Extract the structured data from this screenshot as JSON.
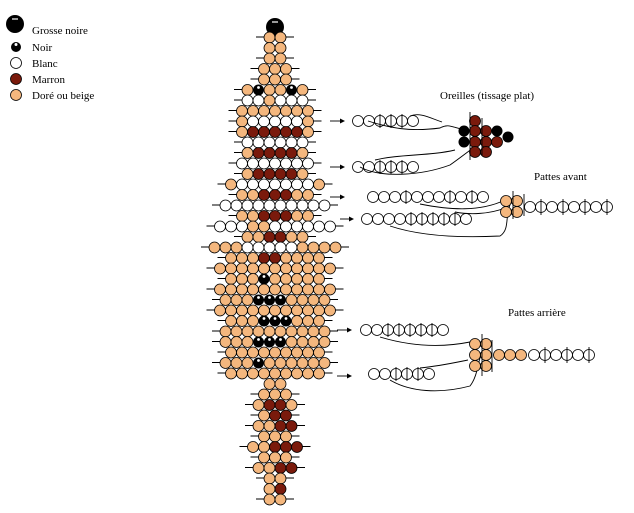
{
  "colors": {
    "noir": "#000000",
    "blanc": "#ffffff",
    "marron": "#7a1a0c",
    "dore": "#f4b77e",
    "line": "#000000"
  },
  "legend": [
    {
      "key": "grosse",
      "label": "Grosse noire",
      "color": "#000000"
    },
    {
      "key": "noir",
      "label": "Noir",
      "color": "#000000"
    },
    {
      "key": "blanc",
      "label": "Blanc",
      "color": "#ffffff"
    },
    {
      "key": "marron",
      "label": "Marron",
      "color": "#7a1a0c"
    },
    {
      "key": "dore",
      "label": "Doré ou beige",
      "color": "#f4b77e"
    }
  ],
  "titles": {
    "oreilles": "Oreilles (tissage plat)",
    "pattes_avant": "Pattes avant",
    "pattes_arriere": "Pattes arrière"
  },
  "body_rows": [
    "B",
    "DD",
    "DD",
    "DD",
    "DDD",
    "DDD",
    "DNDDND",
    "WWDWWW",
    "DDDDDDD",
    "DWWWWWD",
    "DMMMMMD",
    "WWWWWW",
    "DMMMMD",
    "WWWWWWW",
    "DMMMMD",
    "DWWWWWWWD",
    "DDMMMDD",
    "WWWWWWWWWW",
    "DDMMMDD",
    "WWWDDWWWWWW",
    "DDMMDD",
    "DDDWWWWWDDDD",
    "DDDMMDDDD",
    "DDDDDDDDDDD",
    "DDDNDDDDD",
    "DDDDDDDDDDD",
    "DDDNNNDDDD",
    "DDDDDDDDDDD",
    "DDDNNNDDD",
    "DDDDDDDDDD",
    "DDDNNNDDDD",
    "DDDDDDDDD",
    "DDDNDDDDDD",
    "DDDDDDDDD",
    "DD",
    "DDD",
    "DMMD",
    "DMM",
    "DDMM",
    "DDD",
    "DDMMM",
    "DDD",
    "DDMM",
    "DD",
    "DM",
    "DD"
  ]
}
